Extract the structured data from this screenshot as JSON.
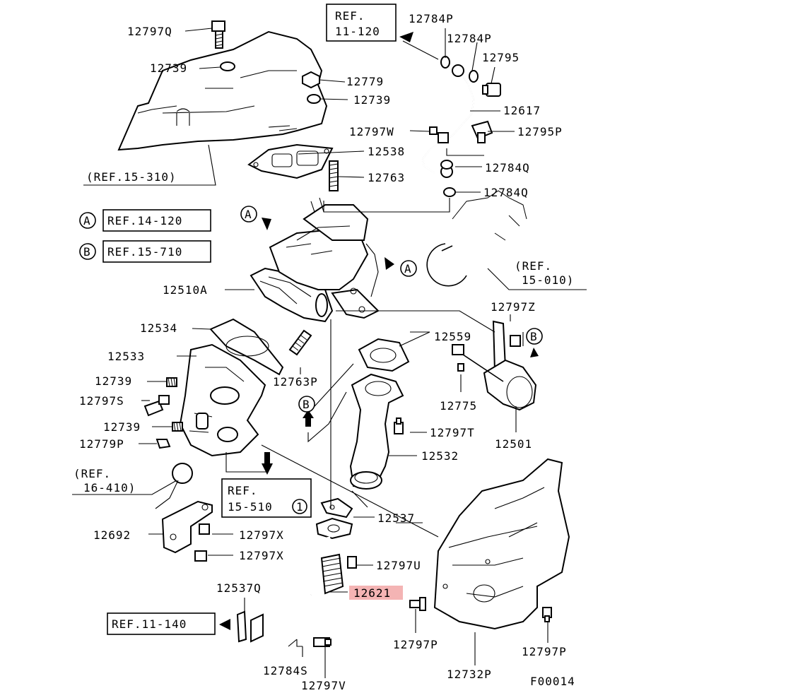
{
  "diagram": {
    "highlight_color": "#f4b4b4",
    "figure_code": "F00014",
    "callouts": {
      "p12797Q": "12797Q",
      "p12739a": "12739",
      "p12779": "12779",
      "p12739b": "12739",
      "p12538": "12538",
      "p12763": "12763",
      "p12784P_a": "12784P",
      "p12784P_b": "12784P",
      "p12795": "12795",
      "p12617": "12617",
      "p12797W": "12797W",
      "p12795P": "12795P",
      "p12784Q_a": "12784Q",
      "p12784Q_b": "12784Q",
      "p12510A": "12510A",
      "p12534": "12534",
      "p12533": "12533",
      "p12739c": "12739",
      "p12797S": "12797S",
      "p12739d": "12739",
      "p12779P": "12779P",
      "p12763P": "12763P",
      "p12559": "12559",
      "p12797Z": "12797Z",
      "p12775": "12775",
      "p12797T": "12797T",
      "p12501": "12501",
      "p12532": "12532",
      "p12537": "12537",
      "p12692": "12692",
      "p12797X_a": "12797X",
      "p12797X_b": "12797X",
      "p12797U": "12797U",
      "p12621": "12621",
      "p12537Q": "12537Q",
      "p12784S": "12784S",
      "p12797V": "12797V",
      "p12797P_a": "12797P",
      "p12797P_b": "12797P",
      "p12732P": "12732P"
    },
    "refs": {
      "ref_11_120_l1": "REF.",
      "ref_11_120_l2": "11-120",
      "ref_15_310": "(REF.15-310)",
      "ref_14_120": "REF.14-120",
      "ref_15_710": "REF.15-710",
      "ref_15_010_l1": "(REF.",
      "ref_15_010_l2": "15-010)",
      "ref_16_410_l1": "(REF.",
      "ref_16_410_l2": "16-410)",
      "ref_15_510_l1": "REF.",
      "ref_15_510_l2": "15-510",
      "ref_15_510_num": "1",
      "ref_11_140": "REF.11-140"
    },
    "markers": {
      "a_legend": "A",
      "b_legend": "B",
      "a_top": "A",
      "a_right": "A",
      "b_right": "B",
      "b_left": "B"
    }
  }
}
